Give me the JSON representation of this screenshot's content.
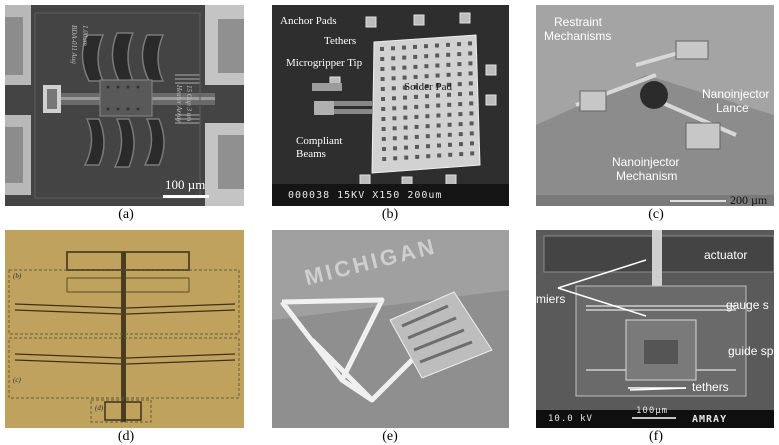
{
  "captions": [
    "(a)",
    "(b)",
    "(c)",
    "(d)",
    "(e)",
    "(f)"
  ],
  "panel_a": {
    "scale_label": "100 µm",
    "die_text_1": "BDA-011 Aug",
    "die_text_2": "1.00um",
    "die_text_3": "Heater Array",
    "die_text_4": "15 Gap 3 um"
  },
  "panel_b": {
    "anchor_pads": "Anchor Pads",
    "tethers": "Tethers",
    "microgripper_tip": "Microgripper Tip",
    "solder_pad": "Solder Pad",
    "compliant_beams_1": "Compliant",
    "compliant_beams_2": "Beams",
    "sem_footer": "000038  15KV  X150    200um"
  },
  "panel_c": {
    "restraint_1": "Restraint",
    "restraint_2": "Mechanisms",
    "lance_1": "Nanoinjector",
    "lance_2": "Lance",
    "mech_1": "Nanoinjector",
    "mech_2": "Mechanism",
    "scale_label": "200 µm"
  },
  "panel_d": {
    "sublabels": [
      "(b)",
      "(c)",
      "(d)"
    ]
  },
  "panel_e": {
    "engraved_text": "MICHIGAN"
  },
  "panel_f": {
    "actuator": "actuator",
    "dimmers": "miers",
    "gauge": "gauge s",
    "guide": "guide sp",
    "tethers": "tethers",
    "sem_kv": "10.0 kV",
    "sem_scale": "100µm",
    "sem_brand": "AMRAY"
  }
}
